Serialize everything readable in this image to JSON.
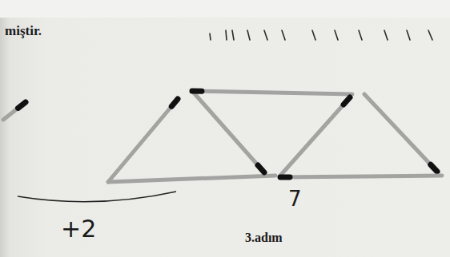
{
  "diagram": {
    "labels": [
      "miştir.",
      "+2",
      "7",
      "3.adım"
    ]
  }
}
